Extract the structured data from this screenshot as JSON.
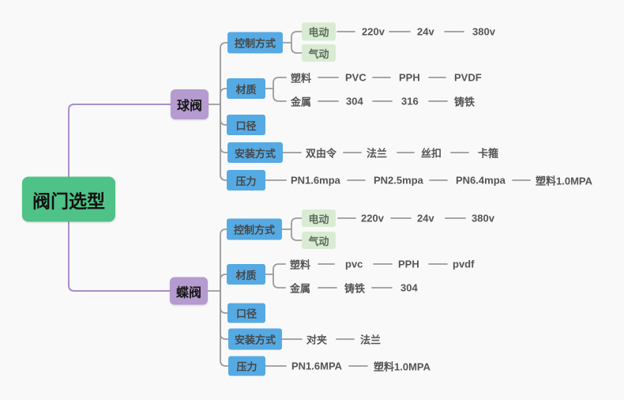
{
  "colors": {
    "root-bg": "#4fc287",
    "branch-bg": "#b59bd0",
    "category-bg": "#55aae4",
    "option-bg": "#d9ecd3",
    "line": "#9a9a9a",
    "branch-line": "#a98fc8",
    "leaf-text": "#555555",
    "category-text": "#474747"
  },
  "tree": {
    "root": {
      "label": "阀门选型"
    },
    "branches": [
      {
        "label": "球阀",
        "categories": [
          {
            "label": "控制方式",
            "forks": [
              {
                "label": "电动",
                "chain": [
                  "220v",
                  "24v",
                  "380v"
                ]
              },
              {
                "label": "气动",
                "chain": []
              }
            ]
          },
          {
            "label": "材质",
            "forks": [
              {
                "label": "塑料",
                "chain": [
                  "PVC",
                  "PPH",
                  "PVDF"
                ]
              },
              {
                "label": "金属",
                "chain": [
                  "304",
                  "316",
                  "铸铁"
                ]
              }
            ]
          },
          {
            "label": "口径",
            "chain": []
          },
          {
            "label": "安装方式",
            "chain": [
              "双由令",
              "法兰",
              "丝扣",
              "卡箍"
            ]
          },
          {
            "label": "压力",
            "chain": [
              "PN1.6mpa",
              "PN2.5mpa",
              "PN6.4mpa",
              "塑料1.0MPA"
            ]
          }
        ]
      },
      {
        "label": "蝶阀",
        "categories": [
          {
            "label": "控制方式",
            "forks": [
              {
                "label": "电动",
                "chain": [
                  "220v",
                  "24v",
                  "380v"
                ]
              },
              {
                "label": "气动",
                "chain": []
              }
            ]
          },
          {
            "label": "材质",
            "forks": [
              {
                "label": "塑料",
                "chain": [
                  "pvc",
                  "PPH",
                  "pvdf"
                ]
              },
              {
                "label": "金属",
                "chain": [
                  "铸铁",
                  "304"
                ]
              }
            ]
          },
          {
            "label": "口径",
            "chain": []
          },
          {
            "label": "安装方式",
            "chain": [
              "对夹",
              "法兰"
            ]
          },
          {
            "label": "压力",
            "chain": [
              "PN1.6MPA",
              "塑料1.0MPA"
            ]
          }
        ]
      }
    ]
  }
}
